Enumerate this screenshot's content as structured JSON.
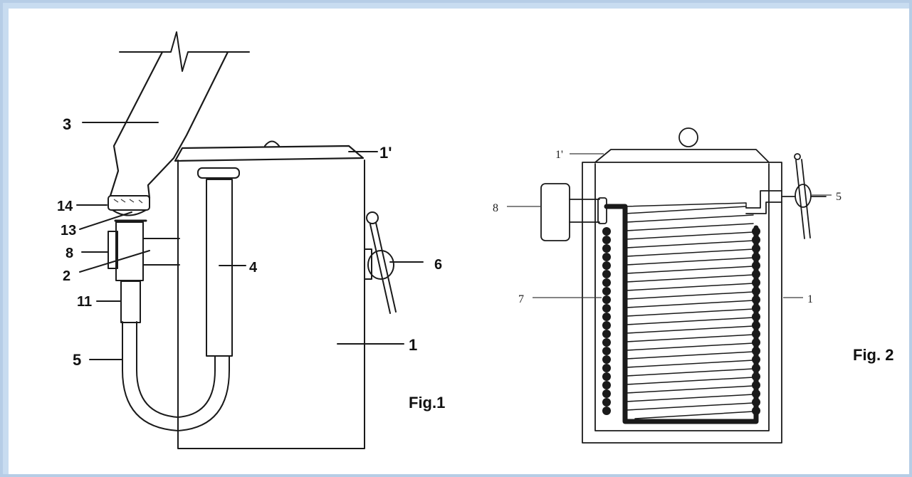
{
  "figure1": {
    "caption": "Fig.1",
    "labels": {
      "l3": "3",
      "l1p": "1'",
      "l14": "14",
      "l13": "13",
      "l8": "8",
      "l2": "2",
      "l4": "4",
      "l6": "6",
      "l11": "11",
      "l5": "5",
      "l1": "1"
    }
  },
  "figure2": {
    "caption": "Fig. 2",
    "labels": {
      "l1p": "1'",
      "l8": "8",
      "l5": "5",
      "l7": "7",
      "l1": "1"
    }
  }
}
